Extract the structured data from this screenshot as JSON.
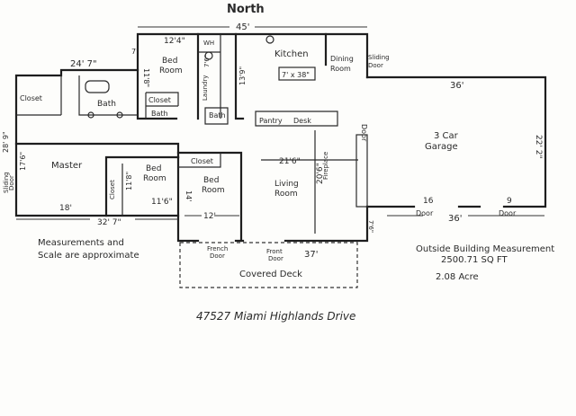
{
  "compass": "North",
  "rooms": {
    "kitchen": "Kitchen",
    "dining": [
      "Dining",
      "Room"
    ],
    "bedroom_top": [
      "Bed",
      "Room"
    ],
    "bedroom_mid": [
      "Bed",
      "Room"
    ],
    "bedroom_small": [
      "Bed",
      "Room"
    ],
    "master": "Master",
    "living": [
      "Living",
      "Room"
    ],
    "garage": [
      "3 Car",
      "Garage"
    ],
    "bath_master": "Bath",
    "bath_hall": "Bath",
    "bath_small": "Bath",
    "closet_master": "Closet",
    "closet_hall": "Closet",
    "closet_mid": "Closet",
    "closet_bed": "Closet",
    "laundry": "Laundry",
    "pantry": "Pantry",
    "desk": "Desk",
    "fireplace": "Fireplace",
    "wh": "WH",
    "island": "7' x 38\"",
    "covered_deck": "Covered Deck"
  },
  "doors": {
    "sliding_dining": [
      "Sliding",
      "Door"
    ],
    "sliding_master": [
      "Sliding",
      "Door"
    ],
    "french": [
      "French",
      "Door"
    ],
    "front": [
      "Front",
      "Door"
    ],
    "garage_door_1": "Door",
    "garage_door_2": "Door",
    "garage_side": "Door"
  },
  "dimensions": {
    "top": "45'",
    "bed_top_w": "12'4\"",
    "bed_top_h": "11'8\"",
    "bath_h": "7'",
    "left_top": "24' 7\"",
    "kitchen_h": "13'9\"",
    "laundry": "7'6\"",
    "garage_top": "36'",
    "garage_side": "22' 2\"",
    "left_side": "28' 9\"",
    "master_h": "17'6\"",
    "master_w": "18'",
    "bottom_left": "32' 7\"",
    "bed_mid_h": "11'8\"",
    "bed_mid_w": "11'6\"",
    "bed_small_h": "14'",
    "bed_small_w": "12'",
    "living_w": "21'6\"",
    "living_h": "20'6\"",
    "deck_w": "37'",
    "garage_door_1": "16",
    "garage_door_2": "9",
    "garage_bottom": "36'",
    "fireplace_h": "7'6\""
  },
  "notes": {
    "measure_line1": "Measurements and",
    "measure_line2": "Scale are approximate",
    "outside_line1": "Outside Building Measurement",
    "outside_line2": "2500.71 SQ FT",
    "acre": "2.08 Acre",
    "address": "47527   Miami Highlands Drive"
  }
}
